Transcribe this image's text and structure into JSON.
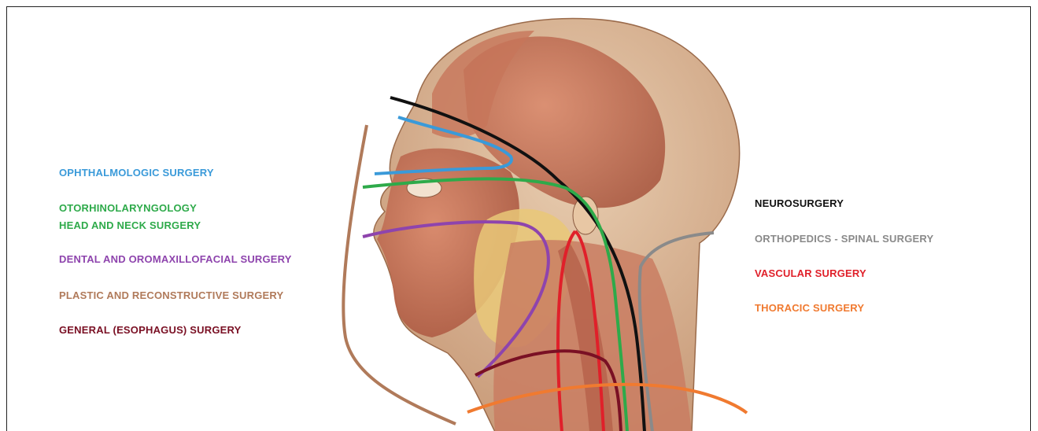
{
  "labels": {
    "ophthalmologic": "OPHTHALMOLOGIC SURGERY",
    "otorhino_line1": "OTORHINOLARYNGOLOGY",
    "otorhino_line2": "HEAD AND NECK SURGERY",
    "dental": "DENTAL AND OROMAXILLOFACIAL SURGERY",
    "plastic": "PLASTIC AND RECONSTRUCTIVE SURGERY",
    "general": "GENERAL (ESOPHAGUS) SURGERY",
    "neuro": "NEUROSURGERY",
    "ortho": "ORTHOPEDICS - SPINAL SURGERY",
    "vascular": "VASCULAR SURGERY",
    "thoracic": "THORACIC SURGERY"
  },
  "colors": {
    "ophthalmologic": "#3a9ad9",
    "otorhino": "#2eaa4a",
    "dental": "#8e44ad",
    "plastic": "#b07a5a",
    "general": "#7a1024",
    "neuro": "#111111",
    "ortho": "#8a8a8a",
    "vascular": "#e0202a",
    "thoracic": "#f07a30"
  }
}
